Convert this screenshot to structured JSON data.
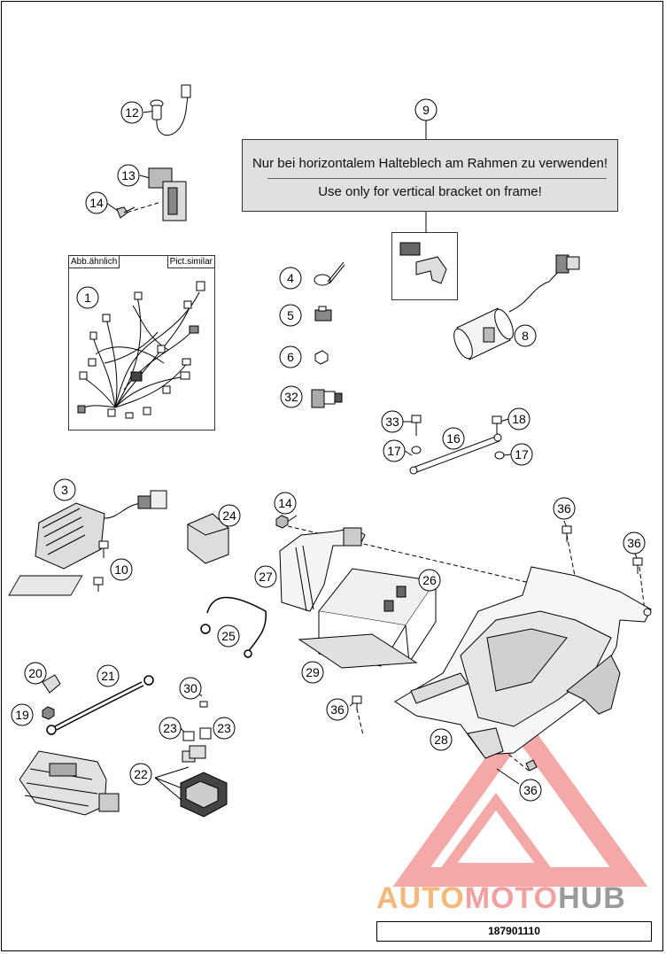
{
  "notice": {
    "german": "Nur bei horizontalem Halteblech am Rahmen zu verwenden!",
    "english": "Use only for vertical bracket on frame!"
  },
  "harness_box": {
    "label_left": "Abb.ähnlich",
    "label_right": "Pict.similar"
  },
  "callouts": {
    "c1": "1",
    "c3": "3",
    "c4": "4",
    "c5": "5",
    "c6": "6",
    "c8": "8",
    "c9": "9",
    "c10": "10",
    "c12": "12",
    "c13": "13",
    "c14a": "14",
    "c14b": "14",
    "c16": "16",
    "c17a": "17",
    "c17b": "17",
    "c18": "18",
    "c19": "19",
    "c20": "20",
    "c21": "21",
    "c22": "22",
    "c23a": "23",
    "c23b": "23",
    "c24": "24",
    "c25": "25",
    "c26": "26",
    "c27": "27",
    "c28": "28",
    "c29": "29",
    "c30": "30",
    "c32": "32",
    "c33": "33",
    "c36a": "36",
    "c36b": "36",
    "c36c": "36",
    "c36d": "36"
  },
  "watermark": {
    "part1": "AUTO",
    "part2": "MOTO",
    "part3": "HUB"
  },
  "reference_number": "187901110",
  "colors": {
    "line": "#000000",
    "note_fill": "#e0e0e0",
    "watermark_red": "#f28b8b",
    "watermark_orange": "#f7b77a",
    "watermark_grey": "#9a9a9a"
  }
}
